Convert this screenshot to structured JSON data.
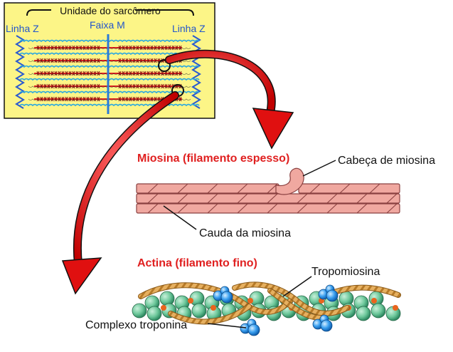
{
  "sarcomere": {
    "unit_label": "Unidade do sarcômero",
    "z_line_left": "Linha Z",
    "z_line_right": "Linha Z",
    "m_band": "Faixa M"
  },
  "myosin": {
    "title": "Miosina (filamento espesso)",
    "head_label": "Cabeça de miosina",
    "tail_label": "Cauda da miosina"
  },
  "actin": {
    "title": "Actina (filamento fino)",
    "tropomyosin_label": "Tropomiosina",
    "troponin_label": "Complexo troponina"
  },
  "colors": {
    "sarcomere_bg": "#fcf587",
    "z_line": "#2255cc",
    "arrow": "#e01010",
    "myosin": "#f0a8a0",
    "actin_bead": "#6cc79a",
    "tropomyosin": "#e6b060",
    "troponin": "#3aa0f0"
  }
}
